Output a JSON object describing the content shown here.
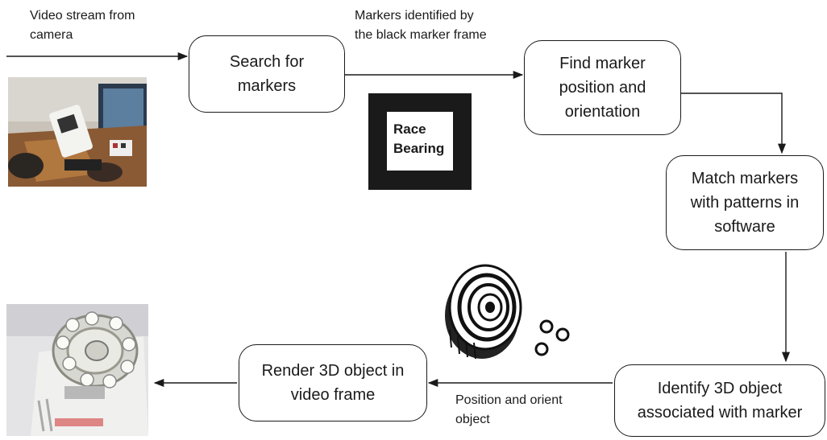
{
  "labels": {
    "video_stream": "Video stream from\ncamera",
    "markers_identified": "Markers identified by\nthe black marker frame",
    "position_orient": "Position and orient\nobject"
  },
  "boxes": {
    "search": "Search for\nmarkers",
    "find": "Find marker\nposition and\norientation",
    "match": "Match markers\nwith patterns in\nsoftware",
    "identify": "Identify 3D object\nassociated with marker",
    "render": "Render 3D object in\nvideo frame"
  },
  "marker_card": {
    "text": "Race\nBearing"
  },
  "images": {
    "camera_photo": "camera-photo",
    "bearing_drawing": "bearing-3d-drawing",
    "augmented_photo": "augmented-frame-photo"
  }
}
